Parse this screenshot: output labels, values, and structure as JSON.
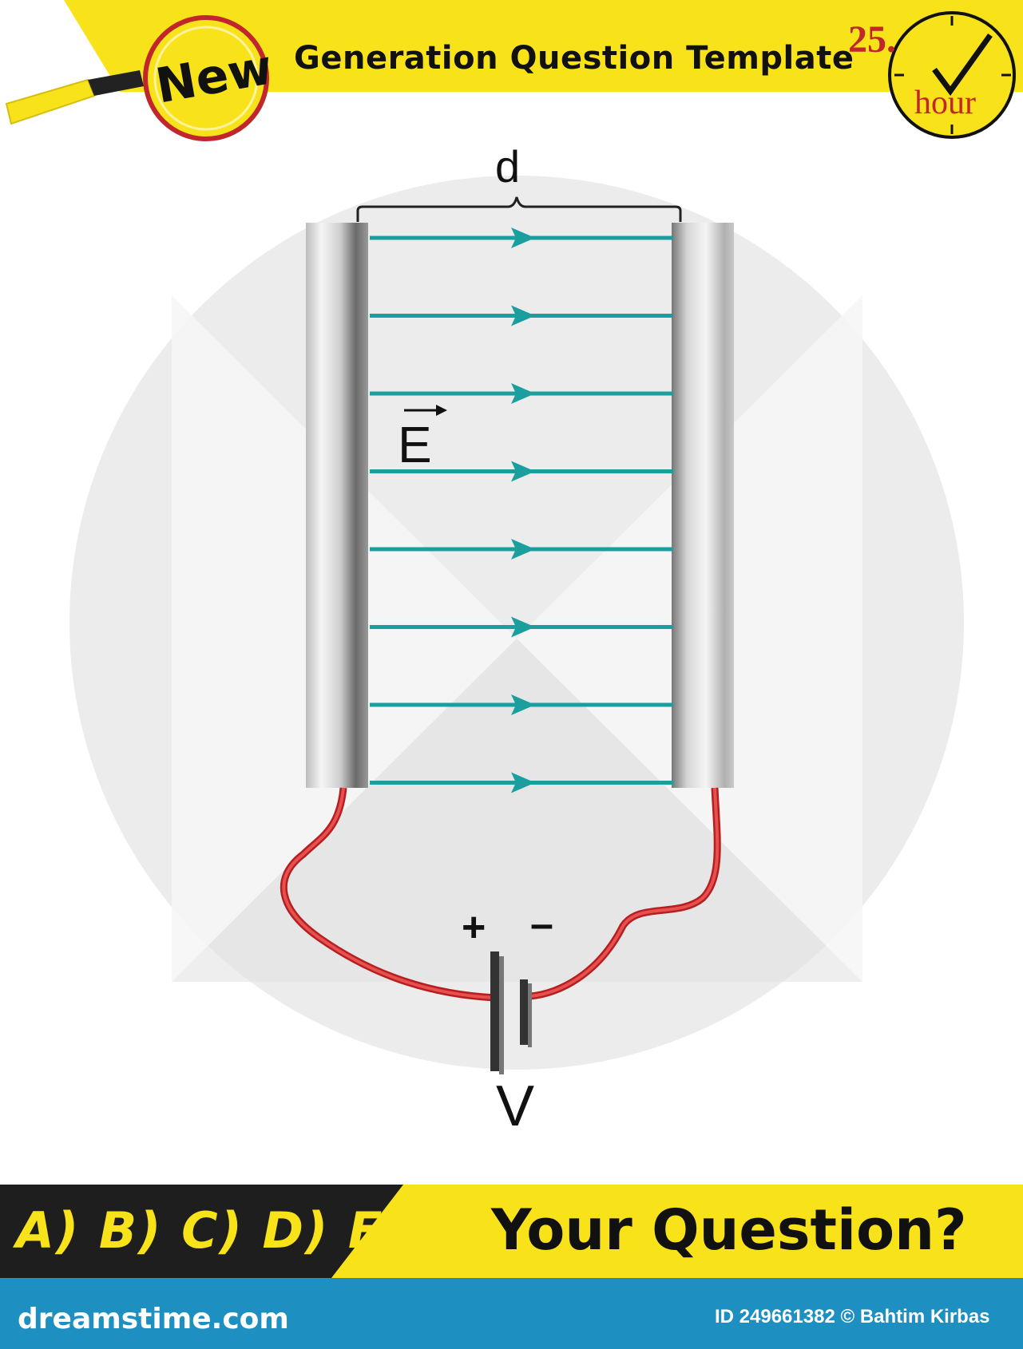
{
  "header": {
    "badge_label": "New",
    "title": "Generation Question Template",
    "clock_number": "25.",
    "clock_unit": "hour",
    "brand_yellow": "#f8e21a",
    "badge_red": "#c0262b"
  },
  "diagram": {
    "distance_label": "d",
    "field_label": "E",
    "positive_terminal": "+",
    "negative_terminal": "–",
    "voltage_label": "V",
    "field_line_color": "#1a9e9e",
    "wire_color": "#e03030",
    "field_line_count": 8
  },
  "bottom": {
    "options_label": "A) B) C) D) E)",
    "question_label": "Your Question?"
  },
  "footer": {
    "site": "dreamstime.com",
    "credit": "ID 249661382 © Bahtim Kirbas",
    "footer_color": "#1d8fc0"
  }
}
